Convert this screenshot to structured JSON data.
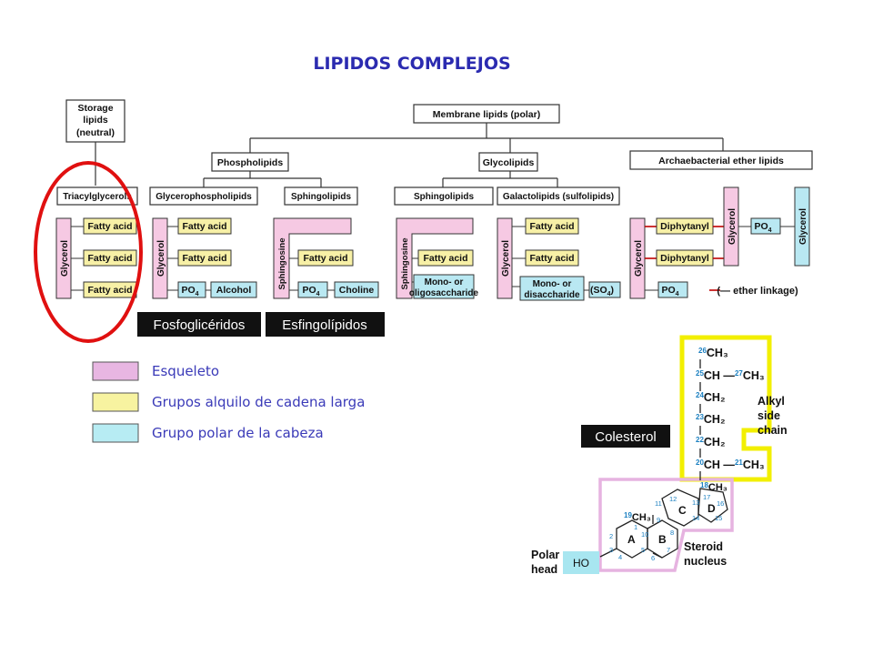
{
  "title": "LIPIDOS COMPLEJOS",
  "colors": {
    "title": "#2b2bb0",
    "backbone": "#f6c9e3",
    "alkyl": "#f7f0a6",
    "polar": "#b9e8f2",
    "outline": "#333333",
    "highlight_red": "#e01010",
    "highlight_yellow": "#f2ef00",
    "highlight_pink": "#e6b3e0",
    "black_label_bg": "#111111",
    "black_label_fg": "#ffffff",
    "legend_text": "#3a3ab8",
    "numbers": "#1a7fc0"
  },
  "tree": {
    "storage": [
      "Storage",
      "lipids",
      "(neutral)"
    ],
    "membrane": "Membrane lipids (polar)",
    "phospholipids": "Phospholipids",
    "glycolipids": "Glycolipids",
    "archaea": "Archaebacterial ether lipids",
    "triacylglycerols": "Triacylglycerols",
    "glycerophospholipids": "Glycerophospholipids",
    "sphingolipids_a": "Sphingolipids",
    "sphingolipids_b": "Sphingolipids",
    "galactolipids": "Galactolipids (sulfolipids)"
  },
  "blocks": {
    "fatty_acid": "Fatty acid",
    "glycerol": "Glycerol",
    "sphingosine": "Sphingosine",
    "po4": "PO",
    "po4_sub": "4",
    "alcohol": "Alcohol",
    "choline": "Choline",
    "mono_oligo": [
      "Mono- or",
      "oligosaccharide"
    ],
    "mono_di": [
      "Mono- or",
      "disaccharide"
    ],
    "so4": "(SO",
    "so4_sub": "4",
    "so4_end": ")",
    "diphytanyl": "Diphytanyl",
    "ether_linkage": "(— ether linkage)"
  },
  "labels": {
    "fosfogliceridos": "Fosfoglicéridos",
    "esfingolipidos": "Esfingolípidos",
    "colesterol": "Colesterol"
  },
  "legend": [
    {
      "key": "backbone",
      "text": "Esqueleto"
    },
    {
      "key": "alkyl",
      "text": "Grupos alquilo de cadena larga"
    },
    {
      "key": "polar",
      "text": "Grupo polar de la cabeza"
    }
  ],
  "cholesterol": {
    "chain": [
      {
        "num": "26",
        "text": "CH₃"
      },
      {
        "num": "25",
        "text": "CH —",
        "num2": "27",
        "text2": "CH₃"
      },
      {
        "num": "24",
        "text": "CH₂"
      },
      {
        "num": "23",
        "text": "CH₂"
      },
      {
        "num": "22",
        "text": "CH₂"
      },
      {
        "num": "20",
        "text": "CH —",
        "num2": "21",
        "text2": "CH₃"
      }
    ],
    "alkyl_label": [
      "Alkyl",
      "side",
      "chain"
    ],
    "methyl18": "CH₃",
    "num18": "18",
    "methyl19": "CH₃",
    "num19": "19",
    "rings": [
      "A",
      "B",
      "C",
      "D"
    ],
    "ring_numbers": [
      "1",
      "2",
      "3",
      "4",
      "5",
      "6",
      "7",
      "8",
      "9",
      "10",
      "11",
      "12",
      "13",
      "14",
      "15",
      "16",
      "17"
    ],
    "ho": "HO",
    "polar_head": [
      "Polar",
      "head"
    ],
    "steroid_nucleus": [
      "Steroid",
      "nucleus"
    ]
  }
}
